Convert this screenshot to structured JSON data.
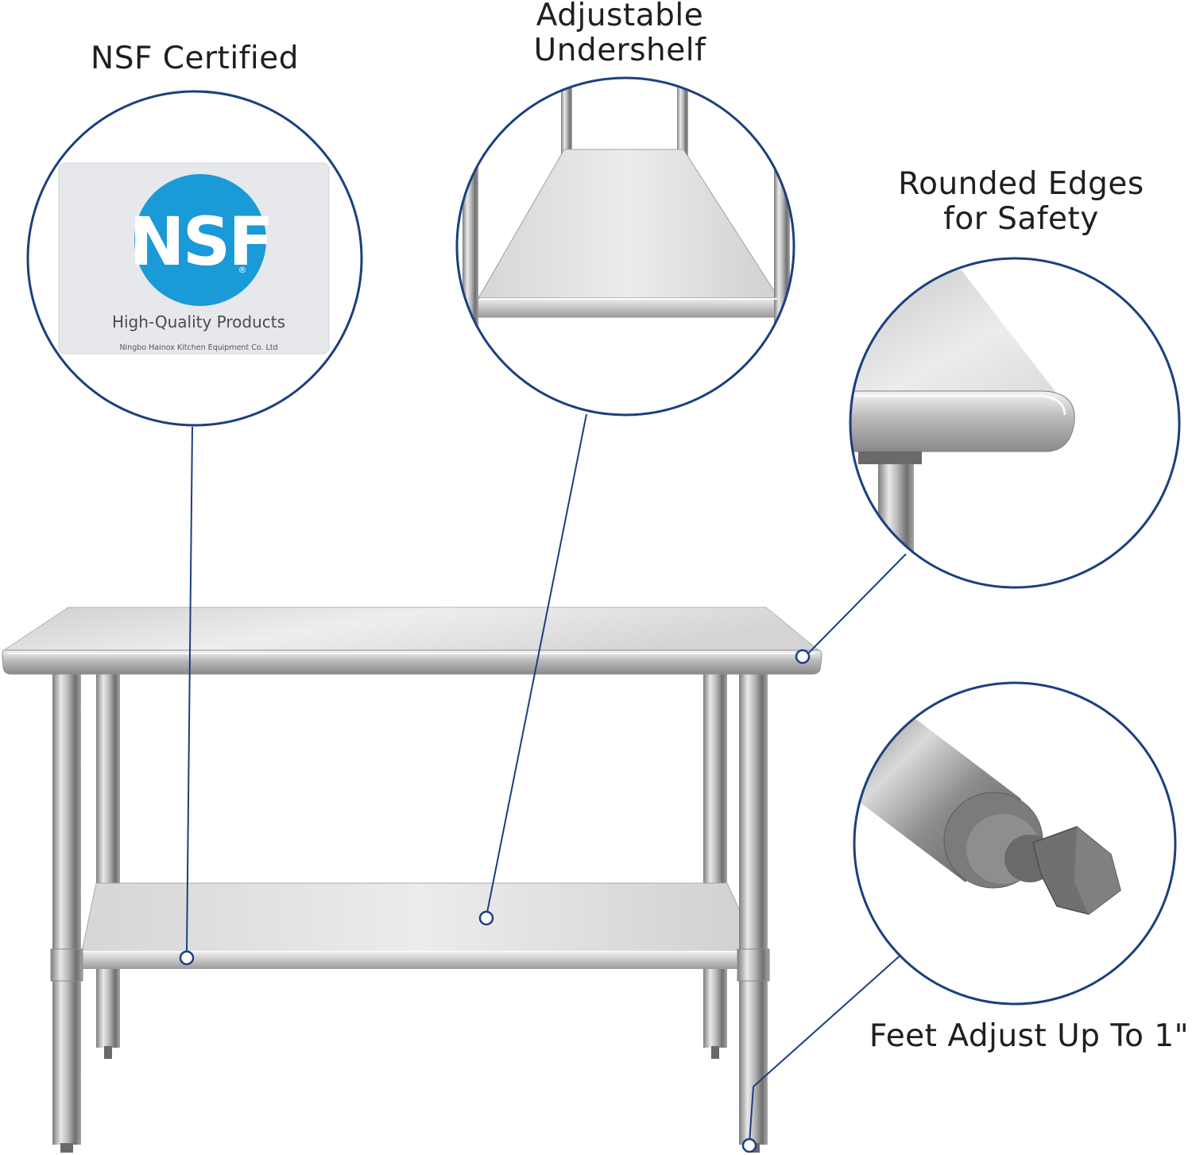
{
  "callouts": {
    "nsf": {
      "title": "NSF Certified"
    },
    "undershelf": {
      "title_line1": "Adjustable",
      "title_line2": "Undershelf"
    },
    "edges": {
      "title_line1": "Rounded Edges",
      "title_line2": "for Safety"
    },
    "feet": {
      "title": "Feet Adjust Up To 1\""
    }
  },
  "nsf_label": {
    "logo_text": "NSF",
    "registered_mark": "®",
    "tagline": "High-Quality Products",
    "manufacturer": "Ningbo Hainox Kitchen Equipment Co. Ltd"
  },
  "colors": {
    "callout_ring": "#1d3f7e",
    "nsf_blue": "#1a9ad6",
    "steel_light": "#e2e2e2",
    "steel_dark": "#8e8e8e",
    "background": "#ffffff"
  }
}
